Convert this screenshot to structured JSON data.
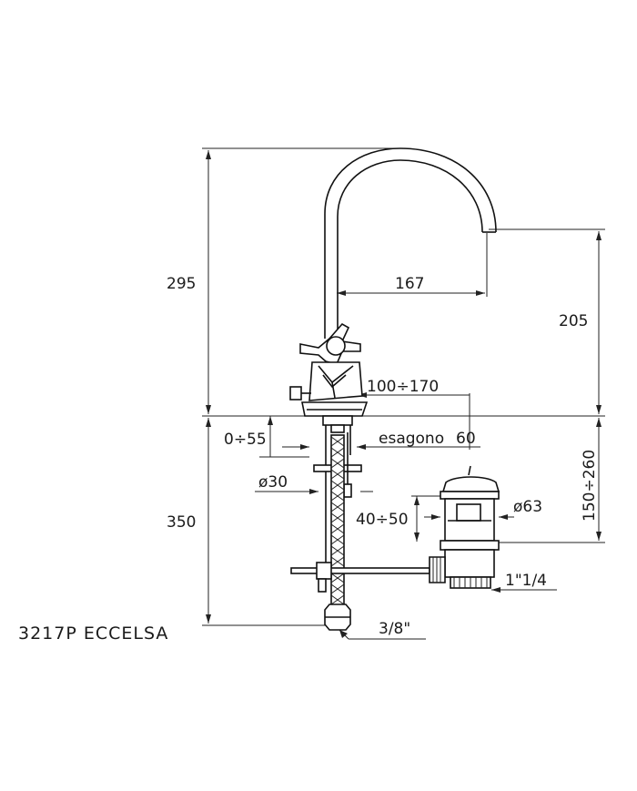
{
  "title": "3217P ECCELSA",
  "dimensions": {
    "height_upper": "295",
    "height_lower": "350",
    "spout_reach": "167",
    "spout_height": "205",
    "deck_range": "100÷170",
    "hex_label": "esagono",
    "hex_value": "60",
    "deck_thickness": "0÷55",
    "shank_diameter": "ø30",
    "waste_height": "150÷260",
    "waste_grip": "40÷50",
    "waste_diameter": "ø63",
    "waste_thread": "1\"1/4",
    "supply_thread": "3/8\""
  }
}
